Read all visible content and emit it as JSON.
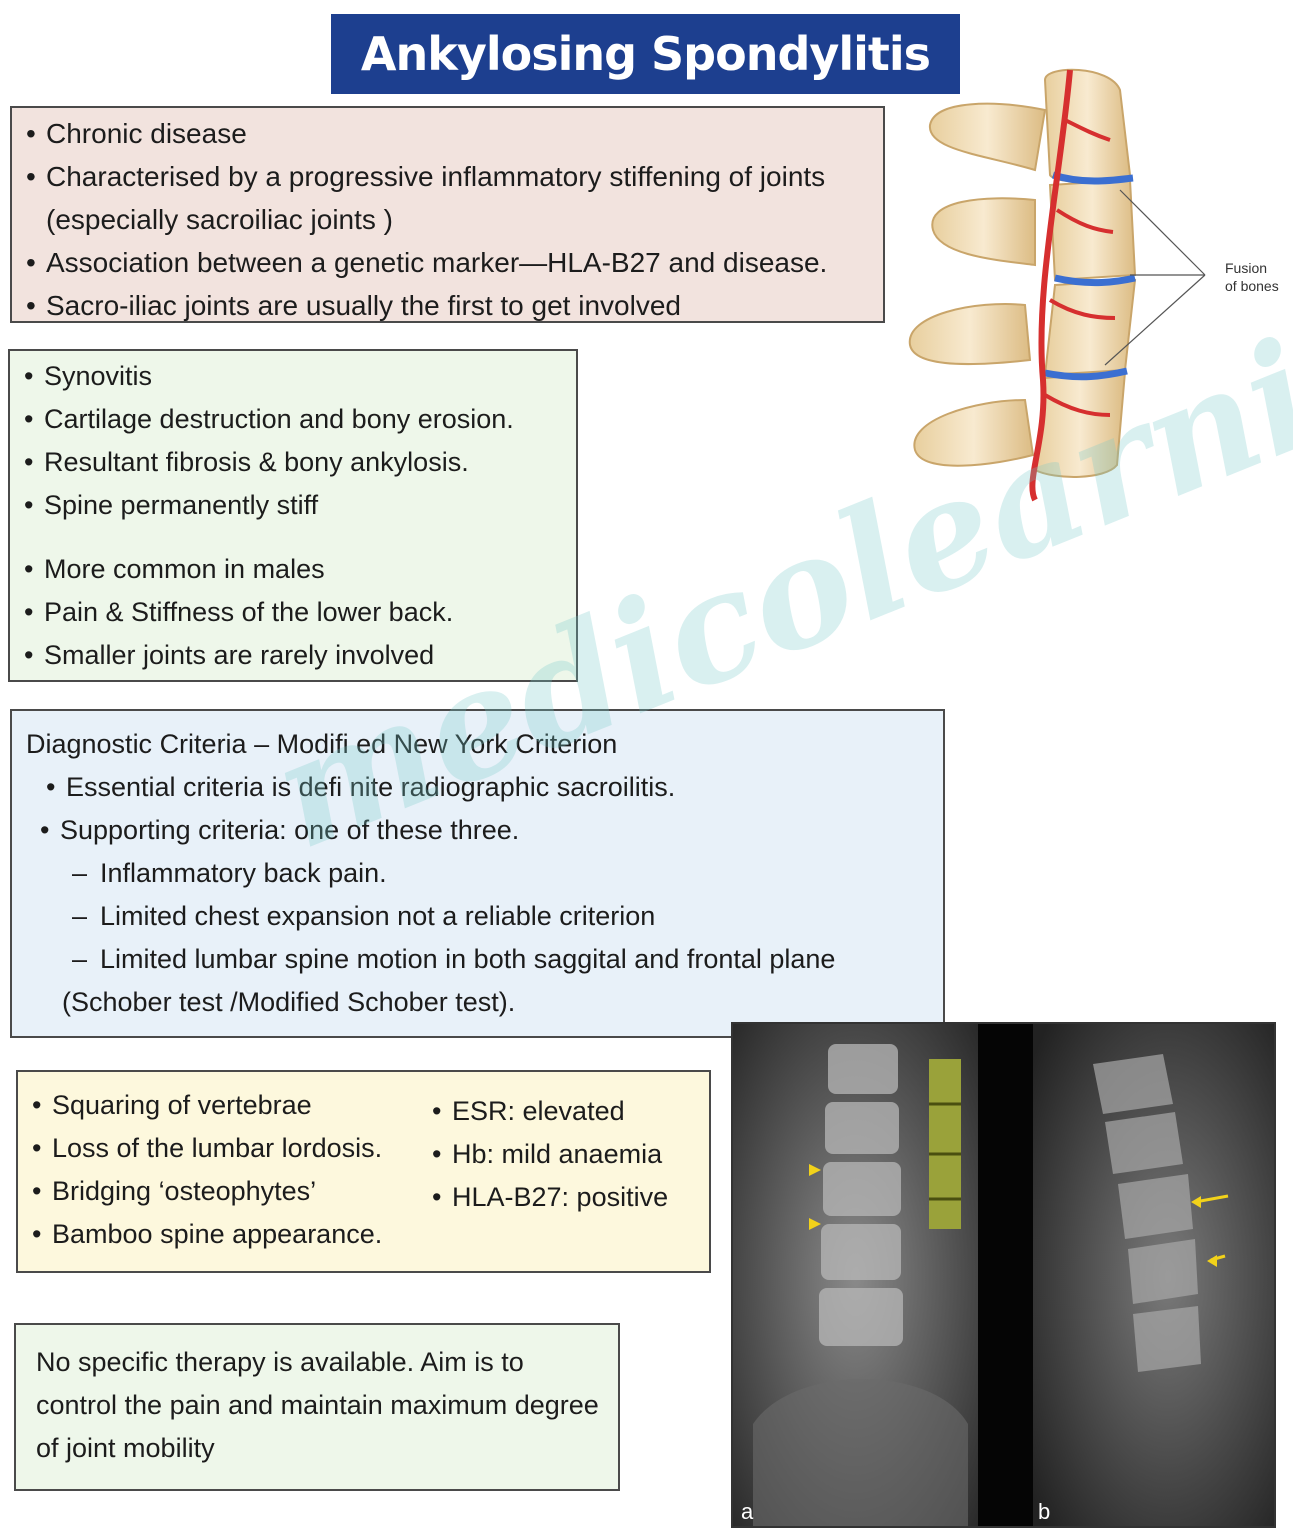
{
  "title": "Ankylosing Spondylitis",
  "overview": {
    "items": [
      "Chronic disease",
      "Characterised by a progressive inflammatory stiffening of joints (especially  sacroiliac joints )",
      "Association between a genetic marker—HLA-B27 and disease.",
      "Sacro-iliac joints are usually the first to get involved"
    ]
  },
  "pathology": {
    "items_a": [
      "Synovitis",
      "Cartilage destruction and bony erosion.",
      "Resultant fibrosis & bony ankylosis.",
      "Spine permanently stiff"
    ],
    "items_b": [
      "More common in males",
      "Pain & Stiffness of the lower back.",
      "Smaller joints are rarely involved"
    ]
  },
  "diagnostic": {
    "heading": "Diagnostic Criteria – Modifi ed New York Criterion",
    "essential": "Essential criteria is defi nite radiographic sacroilitis.",
    "supporting": "Supporting criteria: one of these three.",
    "sub_items": [
      "Inflammatory back pain.",
      "Limited chest expansion not a reliable criterion",
      "Limited lumbar spine motion in both saggital and frontal plane"
    ],
    "note": "(Schober test /Modified Schober test)."
  },
  "findings": {
    "radiology": [
      "Squaring of vertebrae",
      "Loss of the lumbar lordosis.",
      "Bridging ‘osteophytes’",
      "Bamboo spine appearance."
    ],
    "labs": [
      "ESR: elevated",
      "Hb: mild anaemia",
      "HLA-B27: positive"
    ]
  },
  "therapy": {
    "text": "No specific therapy is available. Aim is to control the pain and maintain maximum degree of joint mobility"
  },
  "spine_figure": {
    "label_line1": "Fusion",
    "label_line2": "of bones"
  },
  "xray": {
    "panel_a_label": "a",
    "panel_b_label": "b"
  },
  "watermark": "medicolearning",
  "bullet_char": "•",
  "dash_char": "–"
}
